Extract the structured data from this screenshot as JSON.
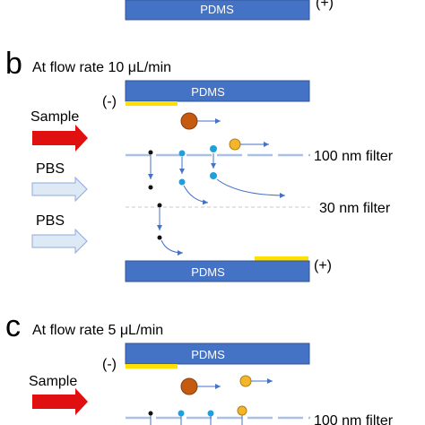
{
  "top": {
    "pdms_label": "PDMS",
    "polarity": "(+)"
  },
  "panel_b": {
    "letter": "b",
    "title": "At flow rate 10 μL/min",
    "pdms_top": "PDMS",
    "neg": "(-)",
    "sample": "Sample",
    "pbs1": "PBS",
    "pbs2": "PBS",
    "filter_100": "100 nm filter",
    "filter_30": "30 nm filter",
    "pdms_bottom": "PDMS",
    "pos": "(+)"
  },
  "panel_c": {
    "letter": "c",
    "title": "At flow rate 5 μL/min",
    "pdms_top": "PDMS",
    "neg": "(-)",
    "sample": "Sample",
    "filter_100": "100 nm filter"
  },
  "colors": {
    "pdms": "#4472c4",
    "pdms_border": "#2f5597",
    "electrode": "#ffe000",
    "sample_arrow": "#e01010",
    "pbs_arrow_fill": "#dee9f6",
    "pbs_arrow_stroke": "#8eaadb",
    "filter_line": "#a9c2e4",
    "large_particle": "#c55a11",
    "medium_particle": "#f5b52a",
    "small_particle": "#1f9fdc",
    "tiny_particle": "#111111",
    "flow_arrow": "#4472c4"
  }
}
